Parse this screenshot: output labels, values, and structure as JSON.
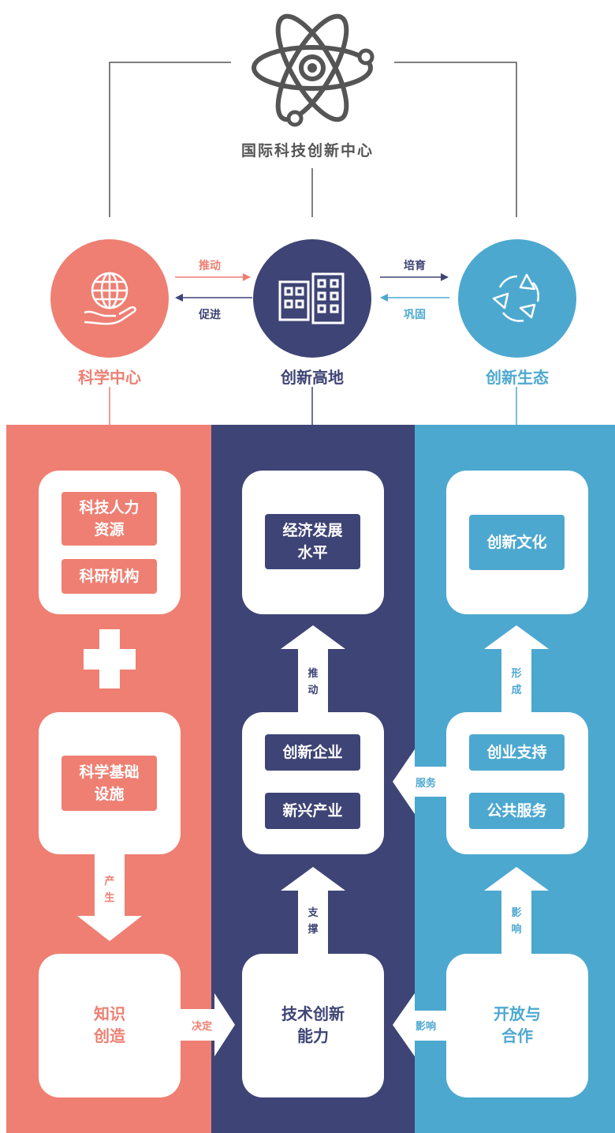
{
  "hub": {
    "title": "国际科技创新中心",
    "icon": "atom-icon"
  },
  "centers": {
    "science": {
      "label": "科学中心",
      "icon": "globe-hand-icon",
      "color": "#EE7F72"
    },
    "highland": {
      "label": "创新高地",
      "icon": "buildings-icon",
      "color": "#3E4475"
    },
    "ecology": {
      "label": "创新生态",
      "icon": "recycle-icon",
      "color": "#4DA8D0"
    }
  },
  "relations": {
    "science_to_highland": "推动",
    "highland_to_science": "促进",
    "highland_to_ecology": "培育",
    "ecology_to_highland": "巩固"
  },
  "science_column": {
    "resources": [
      "科技人力\n资源",
      "科研机构"
    ],
    "infrastructure": "科学基础\n设施",
    "produce": "产生",
    "knowledge": "知识\n创造",
    "decides": "决定"
  },
  "highland_column": {
    "economy": "经济发展\n水平",
    "push": "推动",
    "enterprises": [
      "创新企业",
      "新兴产业"
    ],
    "support": "支撑",
    "tech": "技术创新\n能力"
  },
  "ecology_column": {
    "culture": "创新文化",
    "forms": "形成",
    "services": [
      "创业支持",
      "公共服务"
    ],
    "serve": "服务",
    "influence_up": "影响",
    "open": "开放与\n合作",
    "influence_left": "影响"
  },
  "colors": {
    "coral": "#EE7F72",
    "navy": "#3E4475",
    "sky": "#4DA8D0",
    "gray": "#555555"
  }
}
